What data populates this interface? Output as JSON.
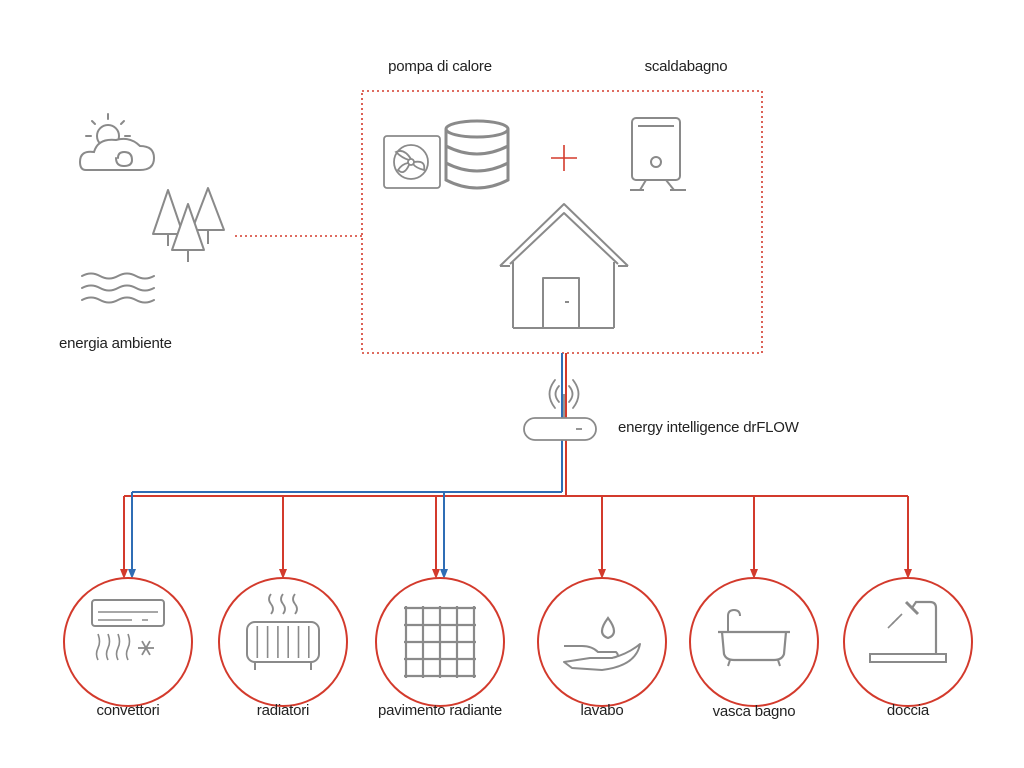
{
  "labels": {
    "heat_pump": "pompa di calore",
    "water_heater": "scaldabagno",
    "ambient_energy": "energia ambiente",
    "controller": "energy intelligence drFLOW"
  },
  "outputs": [
    {
      "label": "convettori",
      "icon": "convector-icon",
      "flows": [
        "hot",
        "cold"
      ]
    },
    {
      "label": "radiatori",
      "icon": "radiator-icon",
      "flows": [
        "hot"
      ]
    },
    {
      "label": "pavimento radiante",
      "icon": "floor-heating-icon",
      "flows": [
        "hot",
        "cold"
      ]
    },
    {
      "label": "lavabo",
      "icon": "washbasin-icon",
      "flows": [
        "hot"
      ]
    },
    {
      "label": "vasca bagno",
      "icon": "bathtub-icon",
      "flows": [
        "hot"
      ]
    },
    {
      "label": "doccia",
      "icon": "shower-icon",
      "flows": [
        "hot"
      ]
    }
  ],
  "colors": {
    "hot": "#d33a2c",
    "cold": "#2f6db5",
    "icon": "#8a8a8a",
    "text": "#222222"
  }
}
